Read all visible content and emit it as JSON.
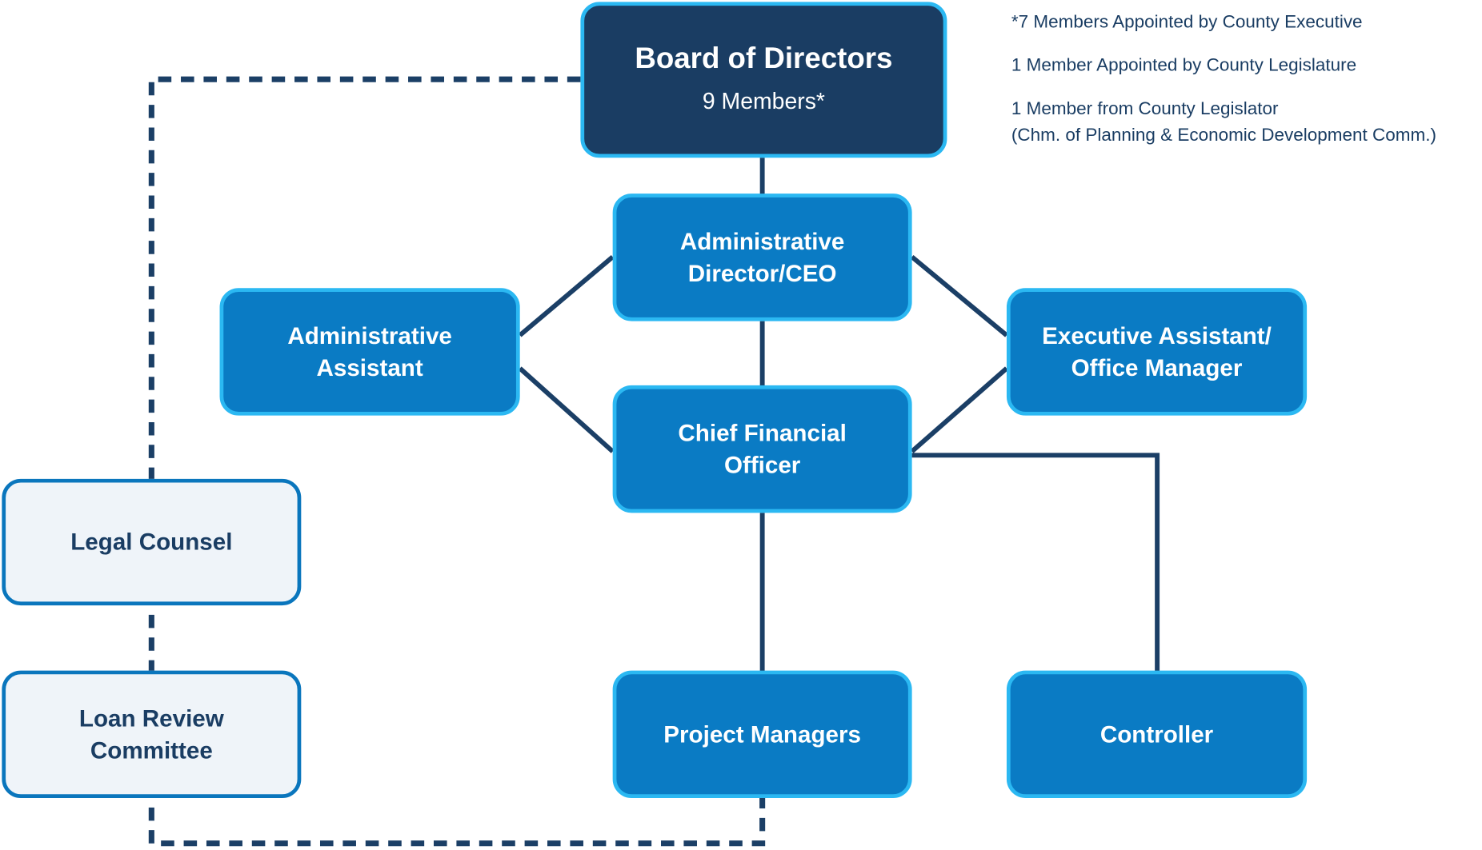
{
  "board": {
    "title": "Board of Directors",
    "subtitle": "9 Members*"
  },
  "notes": [
    "*7 Members Appointed by County Executive",
    "1 Member Appointed by County Legislature",
    "1 Member from County Legislator",
    "(Chm. of Planning & Economic Development Comm.)"
  ],
  "nodes": {
    "admin_director": [
      "Administrative",
      "Director/CEO"
    ],
    "admin_assistant": [
      "Administrative",
      "Assistant"
    ],
    "exec_assistant": [
      "Executive Assistant/",
      "Office Manager"
    ],
    "cfo": [
      "Chief Financial",
      "Officer"
    ],
    "legal_counsel": [
      "Legal Counsel"
    ],
    "loan_review": [
      "Loan Review",
      "Committee"
    ],
    "project_managers": [
      "Project Managers"
    ],
    "controller": [
      "Controller"
    ]
  },
  "colors": {
    "navy": "#1a3d63",
    "blue": "#0a7bc4",
    "cyan": "#2bb8f2",
    "light": "#eff4f9"
  }
}
